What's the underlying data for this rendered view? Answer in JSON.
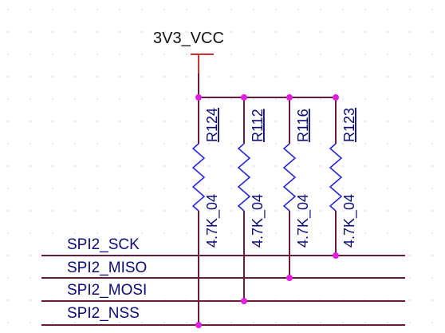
{
  "power": {
    "label": "3V3_VCC"
  },
  "resistors": [
    {
      "designator": "R124",
      "value": "4.7K_04"
    },
    {
      "designator": "R112",
      "value": "4.7K_04"
    },
    {
      "designator": "R116",
      "value": "4.7K_04"
    },
    {
      "designator": "R123",
      "value": "4.7K_04"
    }
  ],
  "nets": [
    "SPI2_SCK",
    "SPI2_MISO",
    "SPI2_MOSI",
    "SPI2_NSS"
  ],
  "colors": {
    "wire": "#6b1a3a",
    "junction": "#e020e0",
    "power_stub": "#cc3333",
    "resistor": "#1e1ee0",
    "grid": "#c8c8c8"
  }
}
